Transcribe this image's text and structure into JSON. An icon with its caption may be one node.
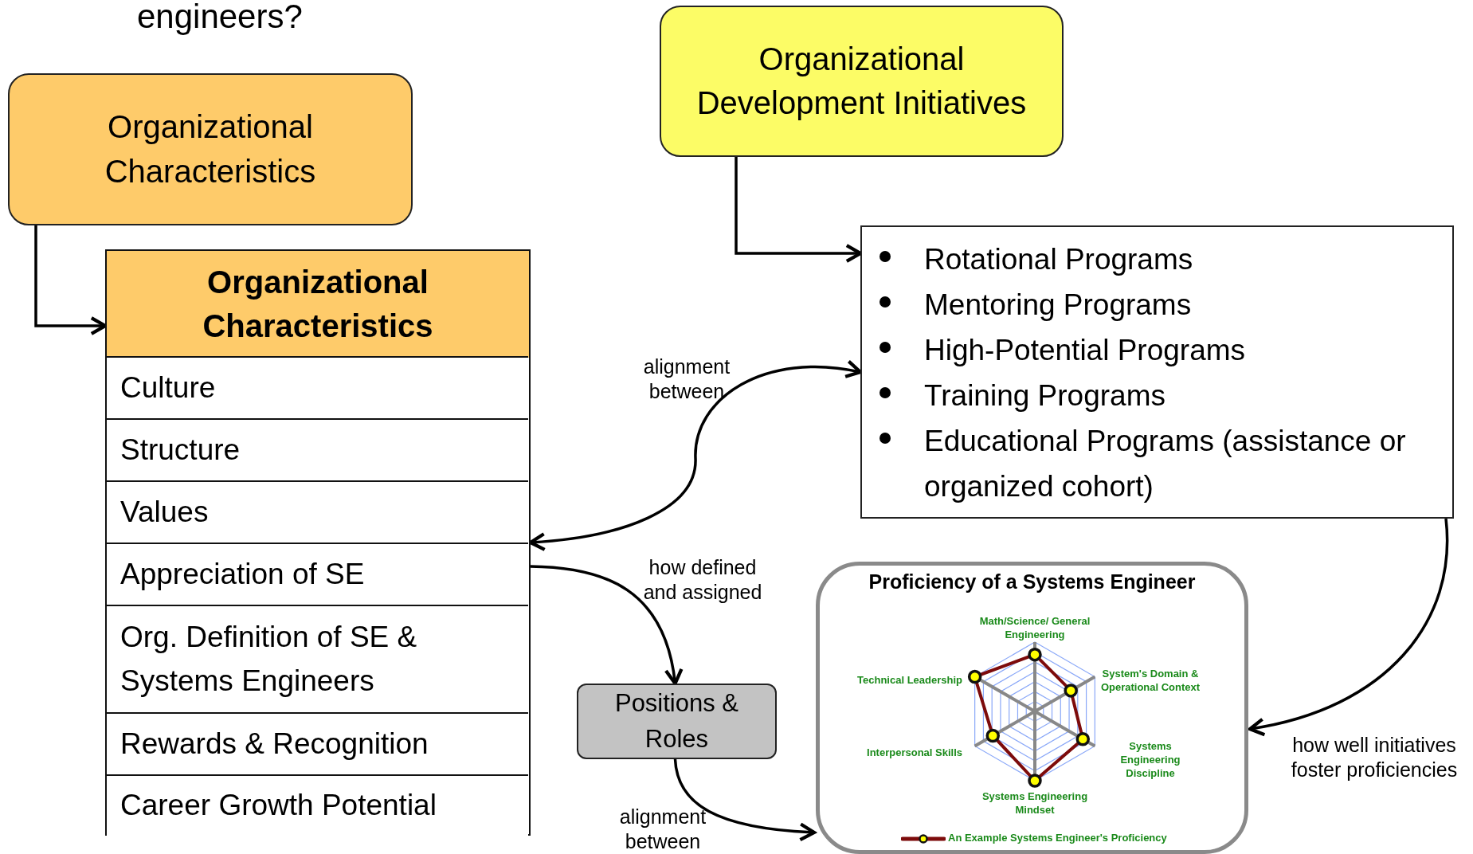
{
  "diagram": {
    "nodes": [
      {
        "text": [
          "Organizational Characteristics"
        ]
      },
      {
        "text": [
          "Organizational Development Initiatives"
        ]
      },
      {
        "text": [
          "Organizational Characteristics"
        ]
      },
      {
        "text": [
          "Culture"
        ],
        "in": 2
      },
      {
        "text": [
          "Structure"
        ],
        "in": 2
      },
      {
        "text": [
          "Values"
        ],
        "in": 2
      },
      {
        "text": [
          "Appreciation of SE"
        ],
        "in": 2
      },
      {
        "text": [
          "Org. Definition of SE & Systems Engineers"
        ],
        "in": 2
      },
      {
        "text": [
          "Rewards & Recognition"
        ],
        "in": 2
      },
      {
        "text": [
          "Career Growth Potential"
        ],
        "in": 2
      },
      {
        "text": [
          "Rotational Programs",
          "Mentoring Programs",
          "High-Potential Programs",
          "Training Programs",
          "Educational Programs (assistance or organized cohort)"
        ]
      },
      {
        "text": [
          "Positions & Roles"
        ]
      },
      {
        "text": [
          "Proficiency of a Systems Engineer"
        ]
      }
    ],
    "edges": [
      {
        "from": 0,
        "to": 2,
        "arrow": "to"
      },
      {
        "from": 1,
        "to": 10,
        "arrow": "to"
      },
      {
        "from": 10,
        "to": 2,
        "arrow": "both",
        "label": "alignment between"
      },
      {
        "from": 6,
        "to": 11,
        "arrow": "to",
        "label": "how defined and assigned"
      },
      {
        "from": 11,
        "to": 12,
        "arrow": "to",
        "label": "alignment between"
      },
      {
        "from": 10,
        "to": 12,
        "arrow": "to",
        "label": "how well initiatives foster proficiencies"
      }
    ],
    "labels": [
      "engineers?",
      "Math/Science/ General Engineering",
      "Technical Leadership",
      "System's Domain & Operational Context",
      "Interpersonal Skills",
      "Systems Engineering Discipline",
      "Systems Engineering Mindset"
    ],
    "legend": [
      {
        "text": "An Example Systems Engineer's Proficiency"
      }
    ]
  }
}
